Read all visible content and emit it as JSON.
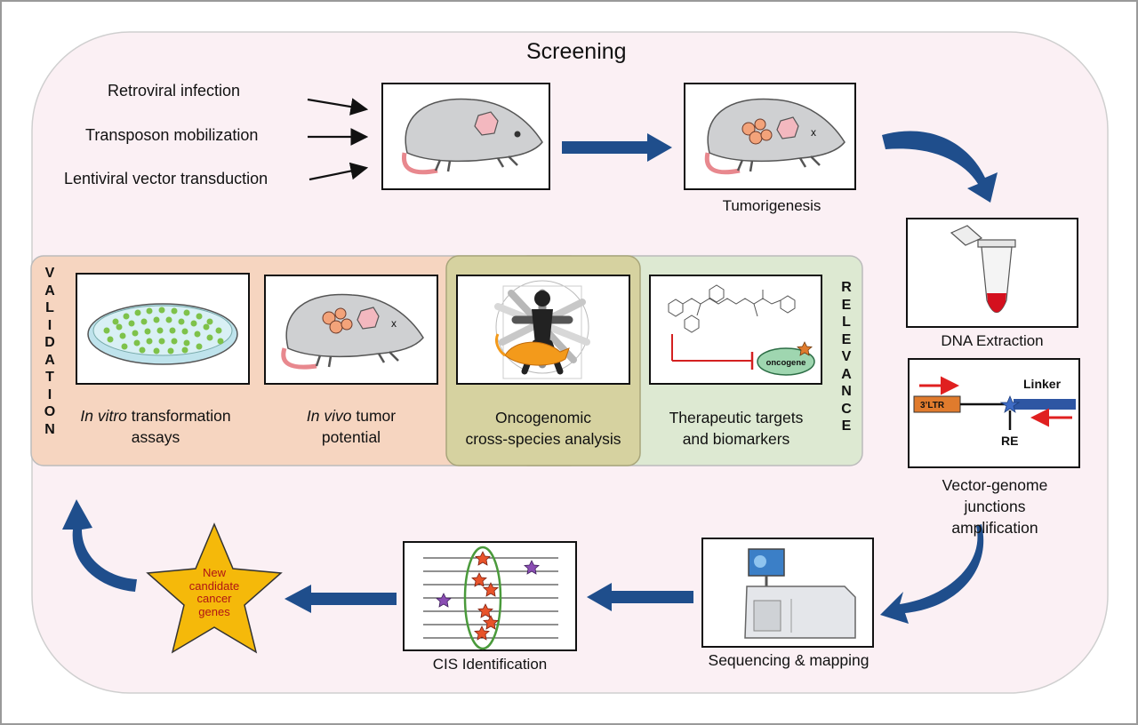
{
  "title": "Screening",
  "inputs": [
    "Retroviral infection",
    "Transposon mobilization",
    "Lentiviral vector transduction"
  ],
  "steps": {
    "tumorigenesis": "Tumorigenesis",
    "dna_extraction": "DNA Extraction",
    "junctions": "Vector-genome junctions amplification",
    "sequencing": "Sequencing & mapping",
    "cis": "CIS Identification",
    "new_genes": "New candidate cancer genes"
  },
  "junction_labels": {
    "ltr": "3’LTR",
    "linker": "Linker",
    "re": "RE"
  },
  "tumor_mark": "x",
  "side_labels": {
    "validation": "VALIDATION",
    "relevance": "RELEVANCE"
  },
  "panels": {
    "in_vitro": {
      "italic": "In vitro",
      "rest": " transformation",
      "line2": "assays"
    },
    "in_vivo": {
      "italic": "In vivo",
      "rest": " tumor",
      "line2": "potential"
    },
    "oncogenomic": {
      "line1": "Oncogenomic",
      "line2": "cross-species analysis"
    },
    "therapeutic": {
      "line1": "Therapeutic targets",
      "line2": "and biomarkers",
      "oncogene": "oncogene"
    }
  },
  "colors": {
    "background": "#fbf0f4",
    "validation": "#f6d5c0",
    "oncogenomic": "#d6d2a0",
    "relevance": "#dde9d2",
    "arrow": "#1f4e8c",
    "star": "#f5b90a",
    "star_red": "#e8532a",
    "star_purple": "#8a4db3"
  }
}
